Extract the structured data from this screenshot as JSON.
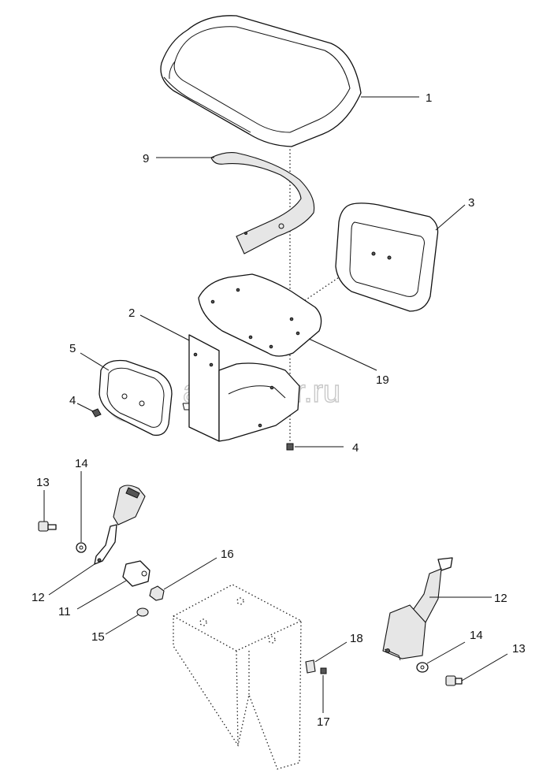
{
  "watermark": {
    "text": "autopiter.ru",
    "logo_glyph": "a"
  },
  "callouts": [
    {
      "id": "c1",
      "label": "1"
    },
    {
      "id": "c9",
      "label": "9"
    },
    {
      "id": "c3",
      "label": "3"
    },
    {
      "id": "c2",
      "label": "2"
    },
    {
      "id": "c19",
      "label": "19"
    },
    {
      "id": "c5",
      "label": "5"
    },
    {
      "id": "c4a",
      "label": "4"
    },
    {
      "id": "c4b",
      "label": "4"
    },
    {
      "id": "c13a",
      "label": "13"
    },
    {
      "id": "c14a",
      "label": "14"
    },
    {
      "id": "c16",
      "label": "16"
    },
    {
      "id": "c12a",
      "label": "12"
    },
    {
      "id": "c11",
      "label": "11"
    },
    {
      "id": "c15",
      "label": "15"
    },
    {
      "id": "c12b",
      "label": "12"
    },
    {
      "id": "c18",
      "label": "18"
    },
    {
      "id": "c14b",
      "label": "14"
    },
    {
      "id": "c13b",
      "label": "13"
    },
    {
      "id": "c17",
      "label": "17"
    }
  ]
}
